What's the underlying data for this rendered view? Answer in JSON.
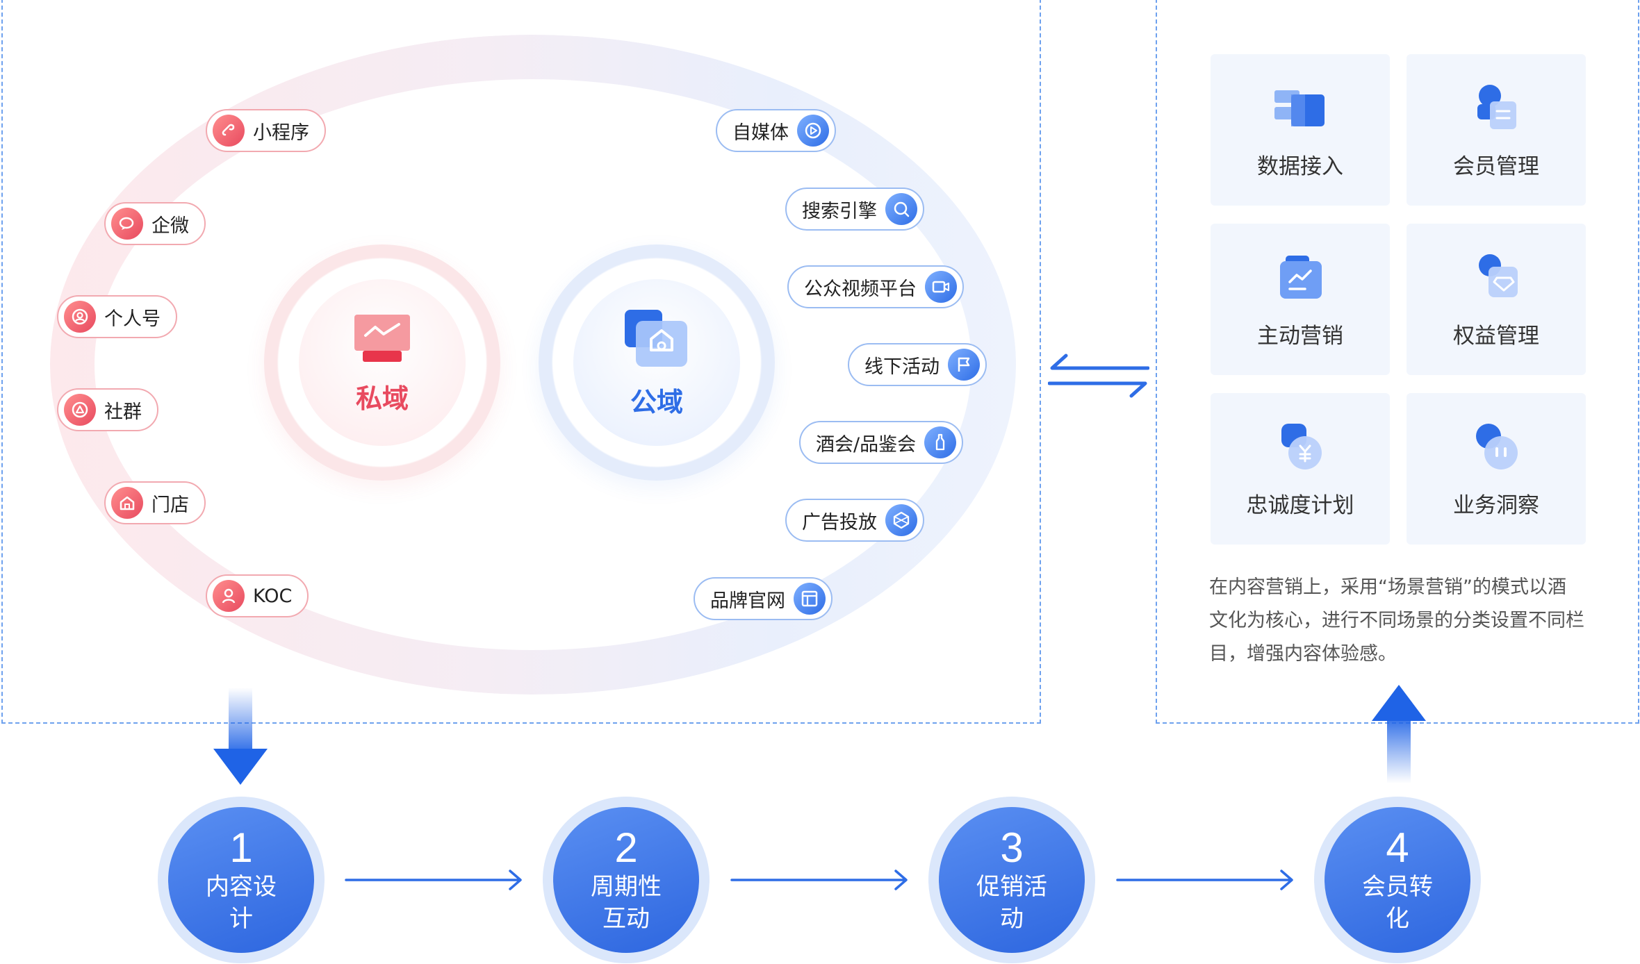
{
  "private_domain": {
    "label": "私域",
    "channels": [
      "小程序",
      "企微",
      "个人号",
      "社群",
      "门店",
      "KOC"
    ]
  },
  "public_domain": {
    "label": "公域",
    "channels": [
      "自媒体",
      "搜索引擎",
      "公众视频平台",
      "线下活动",
      "酒会/品鉴会",
      "广告投放",
      "品牌官网"
    ]
  },
  "features": [
    "数据接入",
    "会员管理",
    "主动营销",
    "权益管理",
    "忠诚度计划",
    "业务洞察"
  ],
  "description": "在内容营销上，采用“场景营销”的模式以酒文化为核心，进行不同场景的分类设置不同栏目，增强内容体验感。",
  "steps": [
    {
      "num": "1",
      "label": "内容设计"
    },
    {
      "num": "2",
      "label": "周期性互动"
    },
    {
      "num": "3",
      "label": "促销活动"
    },
    {
      "num": "4",
      "label": "会员转化"
    }
  ],
  "colors": {
    "private": "#e84a5f",
    "public": "#2e6de6",
    "dash": "#6ea1ee",
    "card_bg": "#f2f6fd"
  },
  "icons": {
    "private_channels": [
      "mini-program-icon",
      "wecom-icon",
      "person-icon",
      "community-icon",
      "store-icon",
      "koc-icon"
    ],
    "public_channels": [
      "play-icon",
      "search-icon",
      "video-icon",
      "flag-icon",
      "bottle-icon",
      "ad-icon",
      "website-icon"
    ]
  }
}
